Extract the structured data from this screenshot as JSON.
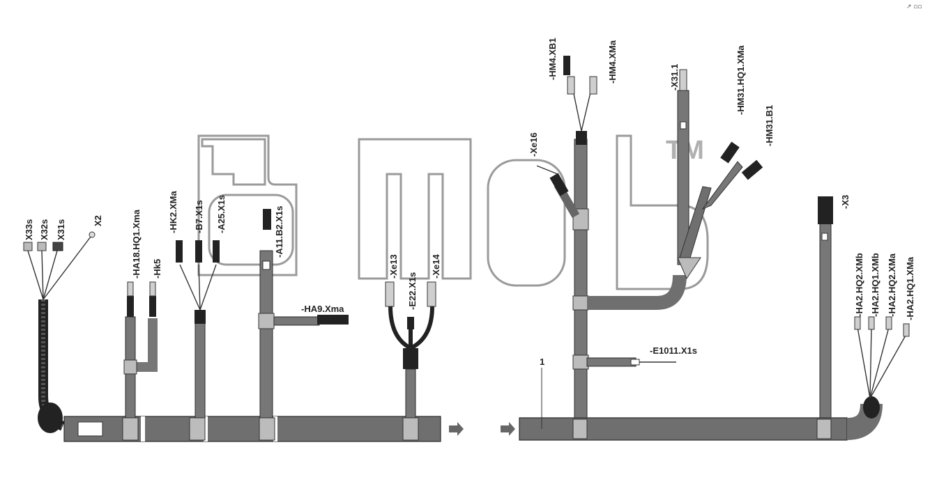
{
  "watermark": {
    "trademark": "TM"
  },
  "corner_mark": "↗ ▫▫",
  "callout": "1",
  "labels": {
    "x33s": "X33s",
    "x32s": "X32s",
    "x31s": "X31s",
    "x2": "X2",
    "ha18_hq1_xma": "-HA18.HQ1.Xma",
    "hk5": "-Hk5",
    "hk2_xma": "-HK2.XMa",
    "b7_x1s": "-B7.X1s",
    "a25_x1s": "-A25.X1s",
    "a11_b2_x1s": "-A11.B2.X1s",
    "ha9_xma": "-HA9.Xma",
    "xe13": "-Xe13",
    "e22_x1s": "-E22.X1s",
    "xe14": "-Xe14",
    "hm4_xb1": "-HM4.XB1",
    "hm4_xma": "-HM4.XMa",
    "xe16": "-Xe16",
    "x31_1": "-X31.1",
    "hm31_hq1_xma": "-HM31.HQ1.XMa",
    "hm31_b1": "-HM31.B1",
    "e1011_x1s": "-E1011.X1s",
    "x3": "-X3",
    "ha2_hq2_xmb": "-HA2.HQ2.XMb",
    "ha2_hq1_xmb": "-HA2.HQ1.XMb",
    "ha2_hq2_xma": "-HA2.HQ2.XMa",
    "ha2_hq1_xma": "-HA2.HQ1.XMa"
  }
}
